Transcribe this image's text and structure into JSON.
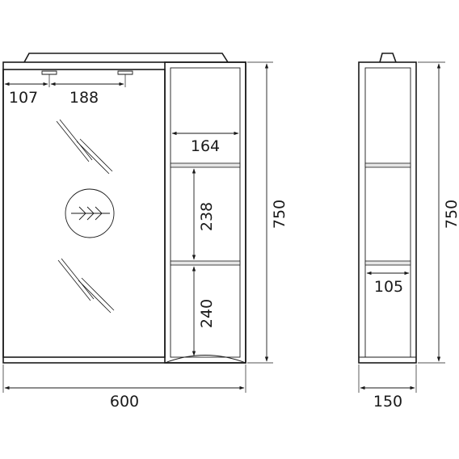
{
  "dimensions": {
    "total_width": "600",
    "total_height_front": "750",
    "total_height_side": "750",
    "depth": "150",
    "light_offset": "107",
    "light_spacing": "188",
    "shelf_width": "164",
    "shelf_gap_upper": "238",
    "shelf_gap_lower": "240",
    "shelf_depth": "105"
  },
  "icons": {
    "door_symbol": "mirror-door-icon",
    "wall_mount": "wall-mount-icon"
  }
}
